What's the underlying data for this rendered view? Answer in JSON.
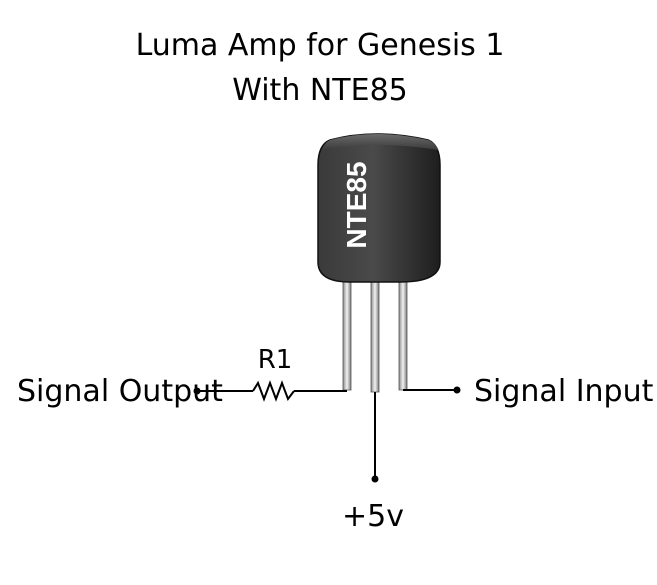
{
  "title_line1": "Luma Amp for Genesis 1",
  "title_line2": "With NTE85",
  "transistor_label": "NTE85",
  "resistor_label": "R1",
  "signal_output_label": "Signal Output",
  "signal_input_label": "Signal Input",
  "supply_label": "+5v",
  "colors": {
    "transistor_body": "#2a2a2a",
    "transistor_text": "#ffffff",
    "wire": "#000000"
  }
}
